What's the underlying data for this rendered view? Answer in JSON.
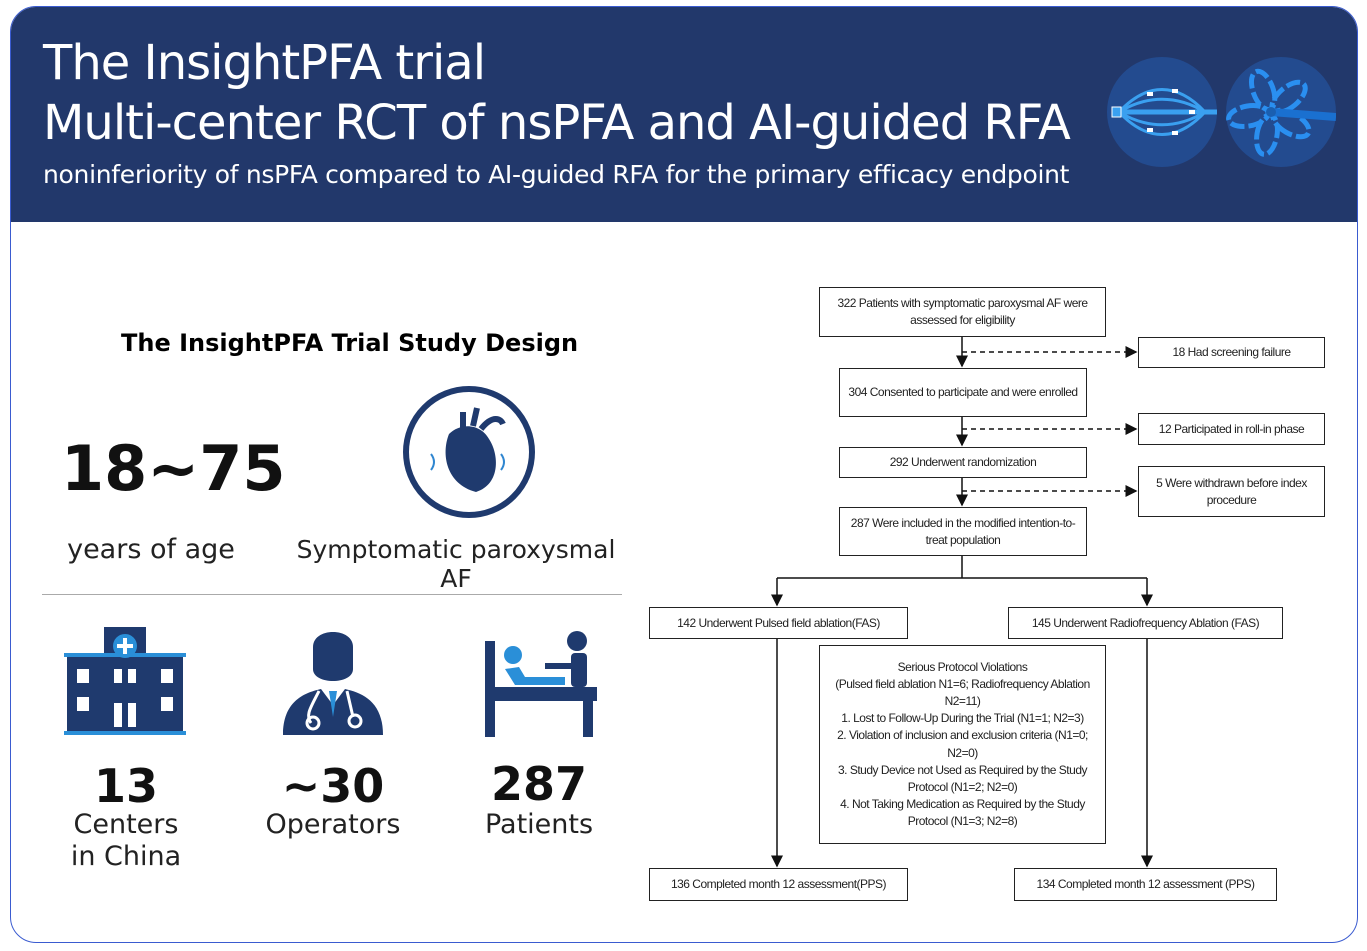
{
  "header": {
    "title1": "The InsightPFA trial",
    "title2": "Multi-center RCT of nsPFA and AI-guided RFA",
    "subtitle": "noninferiority of nsPFA compared to AI-guided RFA for the primary efficacy endpoint"
  },
  "design": {
    "heading": "The InsightPFA Trial Study Design",
    "age_value": "18~75",
    "age_label": "years of age",
    "af_label": "Symptomatic paroxysmal AF",
    "centers_value": "13",
    "centers_label1": "Centers",
    "centers_label2": "in China",
    "operators_value": "~30",
    "operators_label": "Operators",
    "patients_value": "287",
    "patients_label": "Patients"
  },
  "flow": {
    "assessed": "322 Patients with symptomatic paroxysmal AF were assessed for eligibility",
    "screening": "18 Had screening failure",
    "enrolled": "304 Consented to participate and were enrolled",
    "rollin": "12 Participated in roll-in phase",
    "randomized": "292 Underwent randomization",
    "withdrawn": "5 Were withdrawn before index procedure",
    "mitt": "287 Were included in the modified intention-to-treat population",
    "pfa": "142 Underwent Pulsed field ablation(FAS)",
    "rfa": "145 Underwent Radiofrequency Ablation (FAS)",
    "violations": [
      "Serious Protocol Violations",
      "(Pulsed field ablation N1=6; Radiofrequency Ablation N2=11)",
      "1. Lost to Follow-Up During the Trial (N1=1; N2=3)",
      "2. Violation of inclusion and exclusion criteria (N1=0; N2=0)",
      "3. Study Device not Used as Required by the Study Protocol (N1=2; N2=0)",
      "4. Not Taking Medication as Required by the Study Protocol (N1=3; N2=8)"
    ],
    "pps_pfa": "136 Completed month 12 assessment(PPS)",
    "pps_rfa": "134 Completed month 12 assessment (PPS)"
  },
  "colors": {
    "header": "#22386b",
    "icon": "#1f3a6e",
    "accent": "#1e90d8"
  }
}
